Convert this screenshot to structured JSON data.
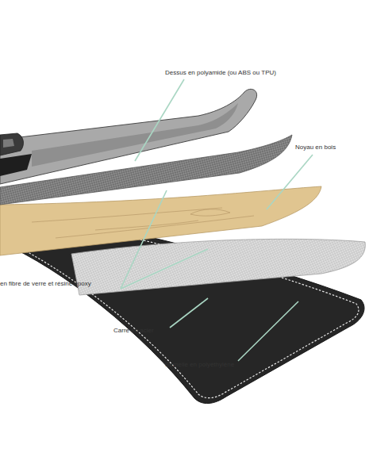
{
  "diagram": {
    "labels": [
      "Dessus en polyamide (ou ABS ou TPU)",
      "Noyau en bois",
      "en fibre de verre et résine époxy",
      "Carre en acier",
      "Semelle en polyéthylène"
    ]
  }
}
